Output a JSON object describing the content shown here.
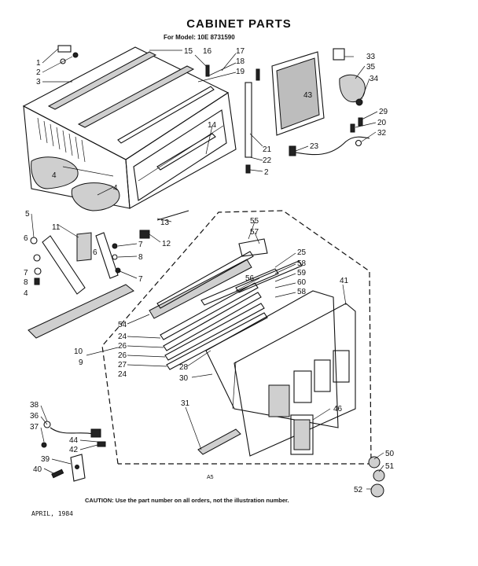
{
  "header": {
    "title": "CABINET PARTS",
    "model_line": "For Model: 10E 8731590"
  },
  "footer": {
    "caution": "CAUTION: Use the part number on all orders, not the illustration number.",
    "date": "APRIL, 1984",
    "page_code": "A5"
  },
  "callouts": [
    "1",
    "2",
    "3",
    "15",
    "16",
    "17",
    "18",
    "19",
    "14",
    "43",
    "33",
    "35",
    "34",
    "29",
    "20",
    "32",
    "21",
    "22",
    "23",
    "2",
    "4",
    "4",
    "13",
    "12",
    "5",
    "6",
    "7",
    "8",
    "4",
    "11",
    "7",
    "6",
    "8",
    "7",
    "55",
    "57",
    "25",
    "58",
    "59",
    "60",
    "58",
    "56",
    "41",
    "54",
    "24",
    "26",
    "26",
    "27",
    "24",
    "28",
    "30",
    "10",
    "9",
    "31",
    "46",
    "38",
    "36",
    "37",
    "44",
    "42",
    "39",
    "40",
    "50",
    "51",
    "52"
  ]
}
